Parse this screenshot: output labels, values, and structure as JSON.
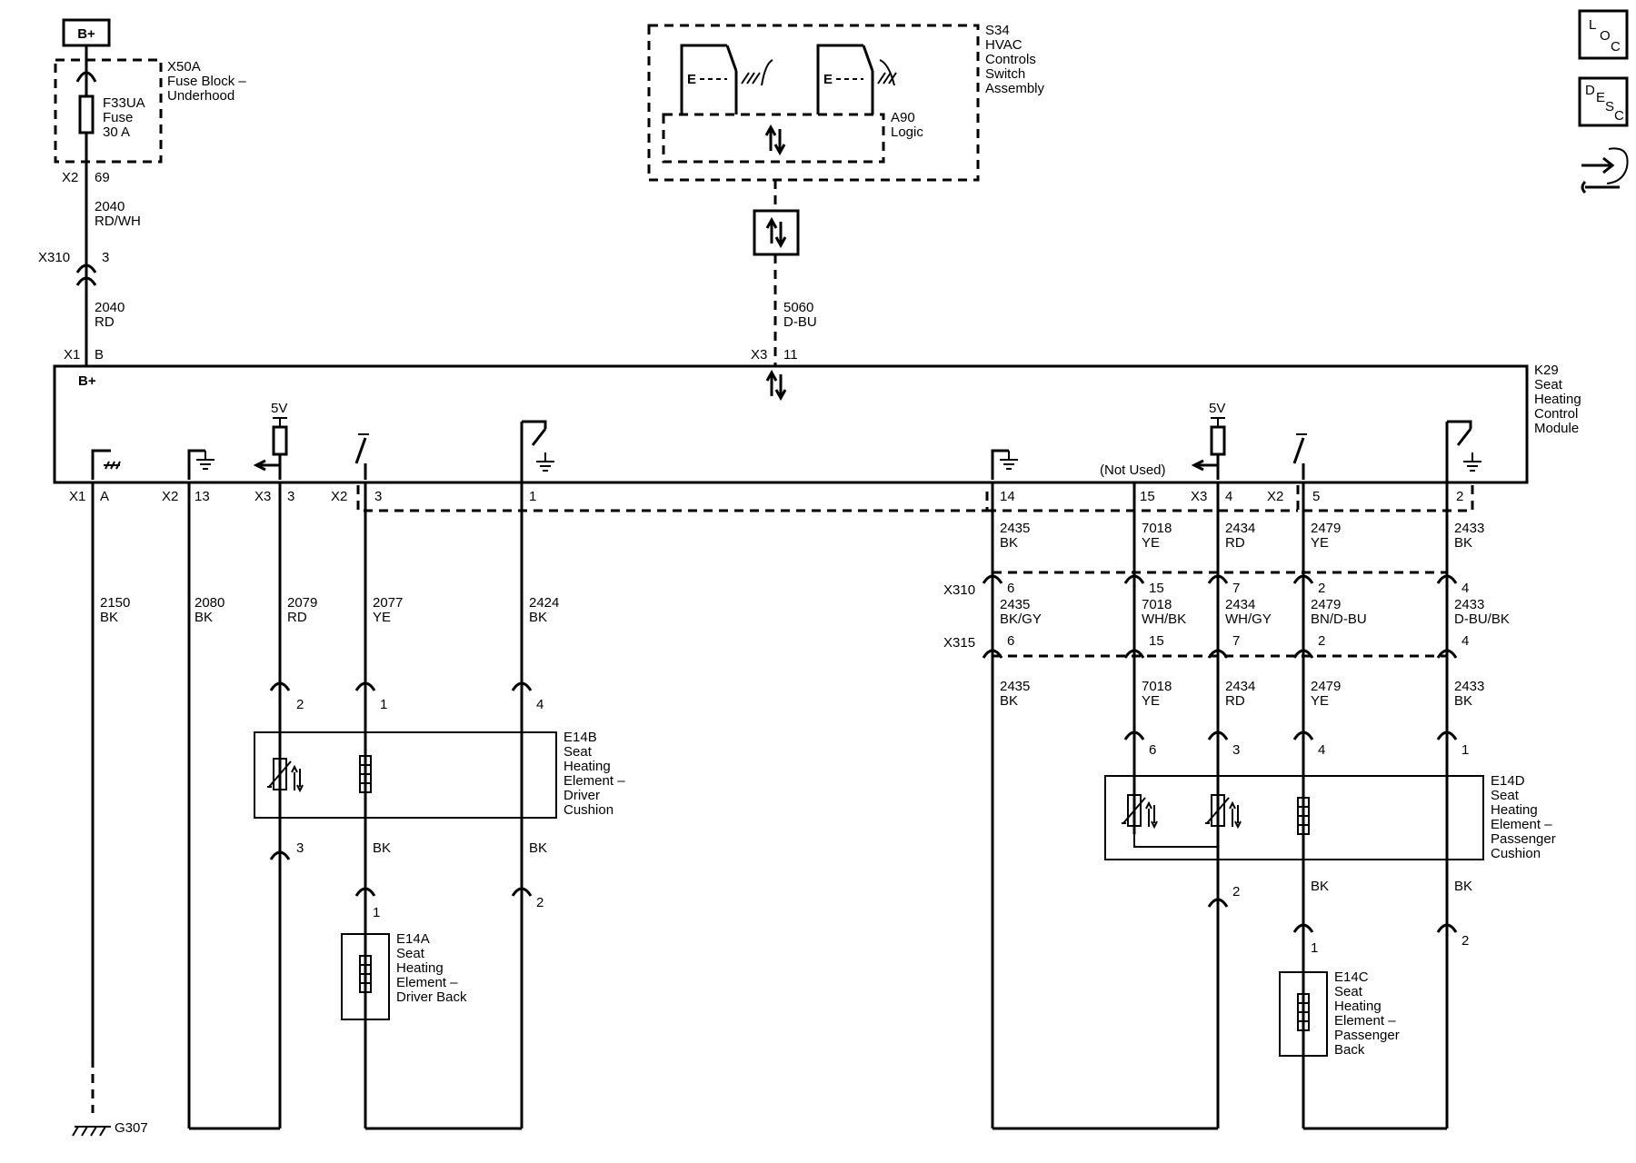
{
  "power": {
    "label": "B+"
  },
  "fuse_block": {
    "id": "X50A",
    "line1": "Fuse Block –",
    "line2": "Underhood"
  },
  "fuse": {
    "id": "F33UA",
    "line1": "Fuse",
    "line2": "30 A"
  },
  "fuse_pins": {
    "conn": "X2",
    "pin": "69"
  },
  "wire_fuse": {
    "circuit": "2040",
    "color": "RD/WH"
  },
  "x310_top": {
    "conn": "X310",
    "pin": "3"
  },
  "wire_b": {
    "circuit": "2040",
    "color": "RD"
  },
  "x1b": {
    "conn": "X1",
    "pin": "B"
  },
  "hvac": {
    "id": "S34",
    "line1": "HVAC",
    "line2": "Controls",
    "line3": "Switch",
    "line4": "Assembly"
  },
  "logic": {
    "id": "A90",
    "name": "Logic"
  },
  "wire_data": {
    "circuit": "5060",
    "color": "D-BU"
  },
  "x3_11": {
    "conn": "X3",
    "pin": "11"
  },
  "module": {
    "id": "K29",
    "line1": "Seat",
    "line2": "Heating",
    "line3": "Control",
    "line4": "Module",
    "bplus": "B+"
  },
  "v5_left": "5V",
  "v5_right": "5V",
  "not_used": "(Not Used)",
  "left_conns": {
    "x1": "X1",
    "pA": "A",
    "x2": "X2",
    "p13": "13",
    "x3": "X3",
    "p3a": "3",
    "x2b": "X2",
    "p3b": "3",
    "p1": "1"
  },
  "right_conns": {
    "p14": "14",
    "p15": "15",
    "x3": "X3",
    "p4": "4",
    "x2": "X2",
    "p5": "5",
    "p2": "2"
  },
  "left_wires": [
    {
      "circuit": "2150",
      "color": "BK"
    },
    {
      "circuit": "2080",
      "color": "BK"
    },
    {
      "circuit": "2079",
      "color": "RD"
    },
    {
      "circuit": "2077",
      "color": "YE"
    },
    {
      "circuit": "2424",
      "color": "BK"
    }
  ],
  "right_wires_top": [
    {
      "circuit": "2435",
      "color": "BK"
    },
    {
      "circuit": "7018",
      "color": "YE"
    },
    {
      "circuit": "2434",
      "color": "RD"
    },
    {
      "circuit": "2479",
      "color": "YE"
    },
    {
      "circuit": "2433",
      "color": "BK"
    }
  ],
  "x310": {
    "label": "X310",
    "pins": [
      "6",
      "15",
      "7",
      "2",
      "4"
    ]
  },
  "right_wires_mid": [
    {
      "circuit": "2435",
      "color": "BK/GY"
    },
    {
      "circuit": "7018",
      "color": "WH/BK"
    },
    {
      "circuit": "2434",
      "color": "WH/GY"
    },
    {
      "circuit": "2479",
      "color": "BN/D-BU"
    },
    {
      "circuit": "2433",
      "color": "D-BU/BK"
    }
  ],
  "x315": {
    "label": "X315",
    "pins": [
      "6",
      "15",
      "7",
      "2",
      "4"
    ]
  },
  "right_wires_low": [
    {
      "circuit": "2435",
      "color": "BK"
    },
    {
      "circuit": "7018",
      "color": "YE"
    },
    {
      "circuit": "2434",
      "color": "RD"
    },
    {
      "circuit": "2479",
      "color": "YE"
    },
    {
      "circuit": "2433",
      "color": "BK"
    }
  ],
  "e14b": {
    "id": "E14B",
    "line1": "Seat",
    "line2": "Heating",
    "line3": "Element –",
    "line4": "Driver",
    "line5": "Cushion",
    "pin_top_a": "2",
    "pin_top_b": "1",
    "pin_top_c": "4",
    "pin_bot": "3"
  },
  "e14b_wires": {
    "center": "BK",
    "right": "BK"
  },
  "e14a": {
    "id": "E14A",
    "line1": "Seat",
    "line2": "Heating",
    "line3": "Element –",
    "line4": "Driver Back",
    "pin_top": "1",
    "pin_right": "2"
  },
  "e14d": {
    "id": "E14D",
    "line1": "Seat",
    "line2": "Heating",
    "line3": "Element –",
    "line4": "Passenger",
    "line5": "Cushion",
    "pin_a": "6",
    "pin_b": "3",
    "pin_c": "4",
    "pin_d": "1",
    "pin_bot": "2"
  },
  "e14d_wires": {
    "center": "BK",
    "right": "BK"
  },
  "e14c": {
    "id": "E14C",
    "line1": "Seat",
    "line2": "Heating",
    "line3": "Element –",
    "line4": "Passenger",
    "line5": "Back",
    "pin_top": "1",
    "pin_right": "2"
  },
  "ground": {
    "label": "G307"
  },
  "side_icons": {
    "loc": [
      "L",
      "O",
      "C"
    ],
    "desc": [
      "D",
      "E",
      "S",
      "C"
    ]
  }
}
